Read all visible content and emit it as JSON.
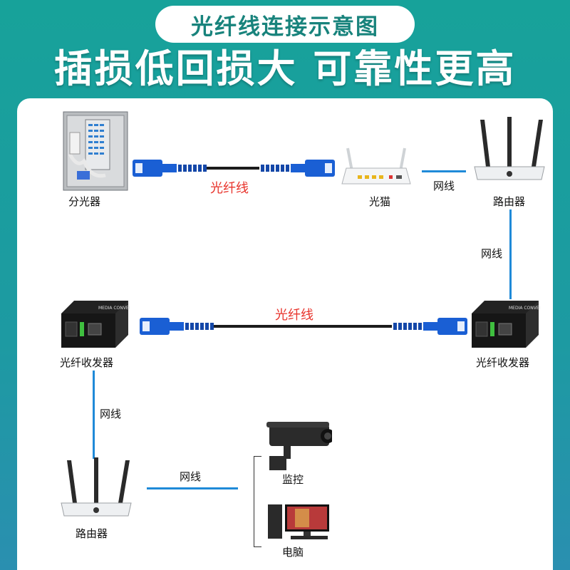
{
  "header": {
    "title": "光纤线连接示意图",
    "headline": "插损低回损大 可靠性更高"
  },
  "diagram": {
    "devices": {
      "splitter": "分光器",
      "modem": "光猫",
      "router_top": "路由器",
      "transceiver_left": "光纤收发器",
      "transceiver_right": "光纤收发器",
      "router_bottom": "路由器",
      "camera": "监控",
      "computer": "电脑"
    },
    "cables": {
      "fiber_top": "光纤线",
      "fiber_mid": "光纤线",
      "net_modem_router": "网线",
      "net_router_transceiver": "网线",
      "net_transceiver_router": "网线",
      "net_router_devices": "网线"
    }
  },
  "colors": {
    "teal": "#18837c",
    "blue_wire": "#1f8ad8",
    "red_label": "#e8332b",
    "connector_blue": "#1a5fd4"
  }
}
